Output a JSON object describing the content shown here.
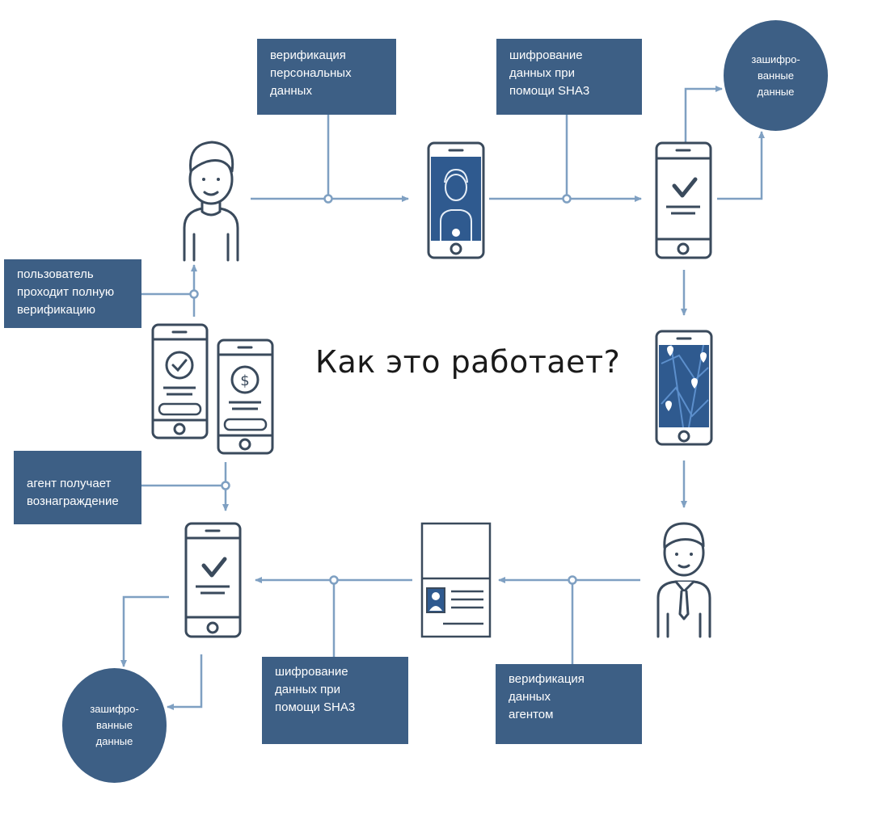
{
  "title": "Как это работает?",
  "boxes": {
    "personal_verification": "верификация\nперсональных\nданных",
    "sha3_top": "шифрование\nданных при\nпомощи SHA3",
    "user_full_verification": "пользователь\nпроходит полную\nверификацию",
    "agent_reward": "агент получает\nвознаграждение",
    "sha3_bottom": "шифрование\nданных при\nпомощи SHA3",
    "agent_verification": "верификация\nданных\nагентом"
  },
  "circles": {
    "encrypted_top": "зашифро-\nванные\nданные",
    "encrypted_bottom": "зашифро-\nванные\nданные"
  },
  "colors": {
    "box_fill": "#3d5f85",
    "line": "#7fa0c2",
    "icon_stroke": "#3a4a5c",
    "screen_fill": "#2f5a8f"
  }
}
